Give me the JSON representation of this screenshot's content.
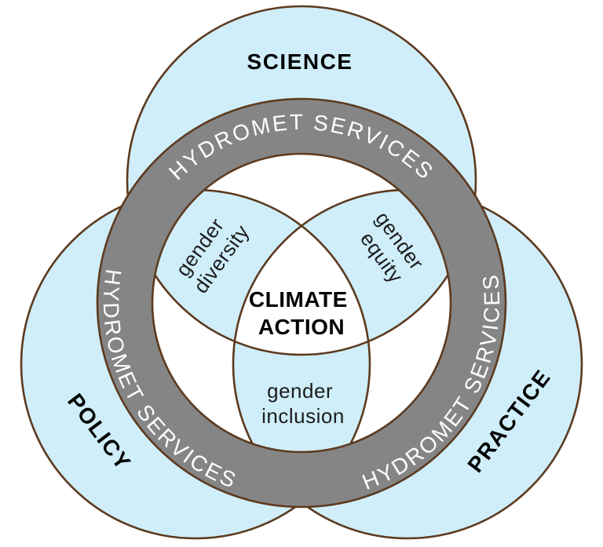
{
  "diagram": {
    "type": "venn-3-circles-with-ring",
    "outer_labels": {
      "top": "SCIENCE",
      "bottom_left": "POLICY",
      "bottom_right": "PRACTICE"
    },
    "ring": {
      "label": "HYDROMET SERVICES",
      "instances": 3
    },
    "center": {
      "line1": "CLIMATE",
      "line2": "ACTION"
    },
    "overlaps": {
      "science_policy": {
        "line1": "gender",
        "line2": "diversity"
      },
      "science_practice": {
        "line1": "gender",
        "line2": "equity"
      },
      "policy_practice": {
        "line1": "gender",
        "line2": "inclusion"
      }
    },
    "colors": {
      "circle_fill": "#cfeef9",
      "ring_fill": "#858585",
      "outline": "#5d3a1e",
      "ring_text": "#ffffff",
      "label_text": "#000000",
      "background": "#ffffff"
    }
  }
}
